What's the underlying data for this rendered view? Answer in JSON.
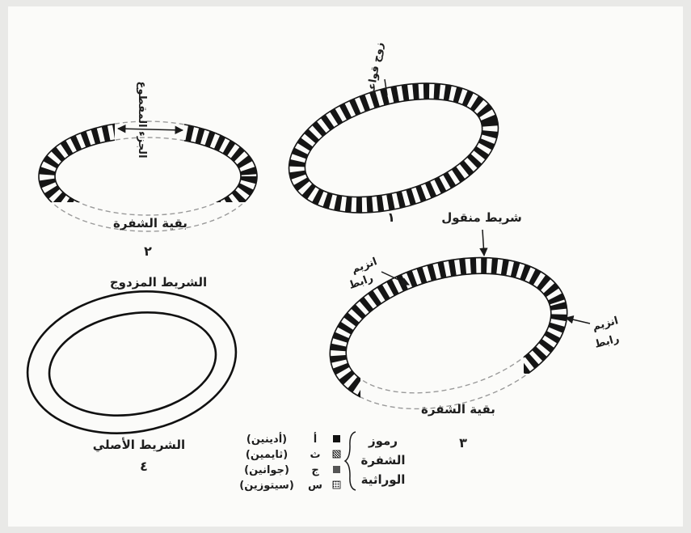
{
  "panel_1": {
    "number": "١",
    "label": "زوج قواعد"
  },
  "panel_2": {
    "number": "٢",
    "cut_label": "الجزء المقطوع",
    "rest_label": "بقية الشفرة"
  },
  "panel_3": {
    "number": "٣",
    "top_label": "شريط منقول",
    "left_label": [
      "انزيم",
      "رابط"
    ],
    "right_label": [
      "انزيم",
      "رابط"
    ],
    "rest_label": "بقية الشفرة"
  },
  "panel_4": {
    "number": "٤",
    "top_label": "الشريط المزدوج",
    "bottom_label": "الشريط الأصلي"
  },
  "legend": {
    "title": [
      "رموز",
      "الشفرة",
      "الوراثية"
    ],
    "items": [
      {
        "letter": "أ",
        "name": "(أدينين)"
      },
      {
        "letter": "ث",
        "name": "(ثايمين)"
      },
      {
        "letter": "ج",
        "name": "(جوانين)"
      },
      {
        "letter": "س",
        "name": "(سيتوزين)"
      }
    ]
  }
}
